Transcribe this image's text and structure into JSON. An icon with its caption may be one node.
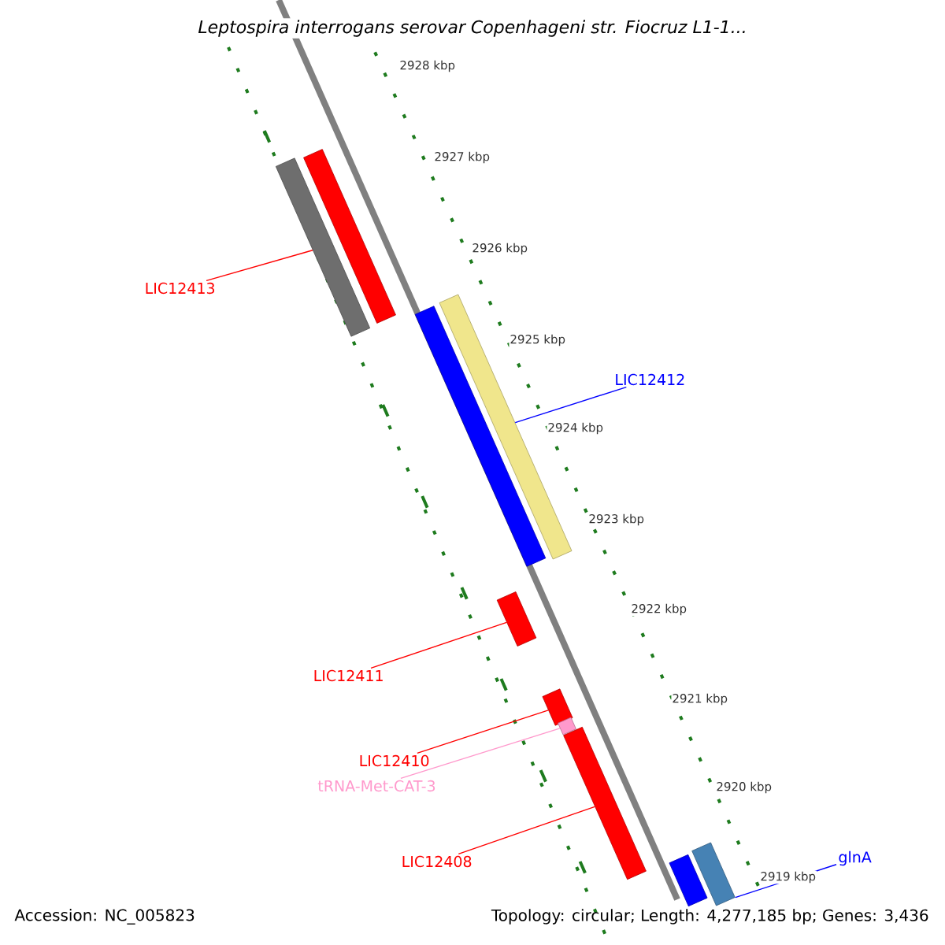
{
  "diagram": {
    "title": "Leptospira interrogans serovar Copenhageni str. Fiocruz L1-1...",
    "nodes": [
      {
        "text": [
          "LIC12413"
        ]
      },
      {
        "text": [],
        "shape": "bar"
      },
      {
        "text": [],
        "shape": "bar"
      },
      {
        "text": [],
        "shape": "bar"
      },
      {
        "text": [],
        "shape": "bar"
      },
      {
        "text": [
          "LIC12412"
        ]
      },
      {
        "text": [],
        "shape": "bar"
      },
      {
        "text": [
          "LIC12411"
        ]
      },
      {
        "text": [],
        "shape": "bar"
      },
      {
        "text": [],
        "shape": "bar"
      },
      {
        "text": [
          "LIC12410"
        ]
      },
      {
        "text": [
          "tRNA-Met-CAT-3"
        ]
      },
      {
        "text": [],
        "shape": "bar"
      },
      {
        "text": [
          "LIC12408"
        ]
      },
      {
        "text": [],
        "shape": "bar"
      },
      {
        "text": [],
        "shape": "bar"
      },
      {
        "text": [
          "glnA"
        ]
      }
    ],
    "edges": [
      {
        "from": 0,
        "to": 1,
        "arrow": "none"
      },
      {
        "from": 5,
        "to": 4,
        "arrow": "none",
        "color": "#0000ff"
      },
      {
        "from": 7,
        "to": 6,
        "arrow": "none"
      },
      {
        "from": 10,
        "to": 8,
        "arrow": "none"
      },
      {
        "from": 11,
        "to": 9,
        "arrow": "none",
        "color": "#ff99cc"
      },
      {
        "from": 13,
        "to": 12,
        "arrow": "none"
      },
      {
        "from": 16,
        "to": 15,
        "arrow": "none",
        "color": "#0000ff"
      }
    ],
    "labels": [
      "2928 kbp",
      "2927 kbp",
      "2926 kbp",
      "2925 kbp",
      "2924 kbp",
      "2923 kbp",
      "2922 kbp",
      "2921 kbp",
      "2920 kbp",
      "2919 kbp",
      "Accession: NC_005823",
      "Topology: circular; Length: 4,277,185 bp; Genes: 3,436"
    ]
  }
}
